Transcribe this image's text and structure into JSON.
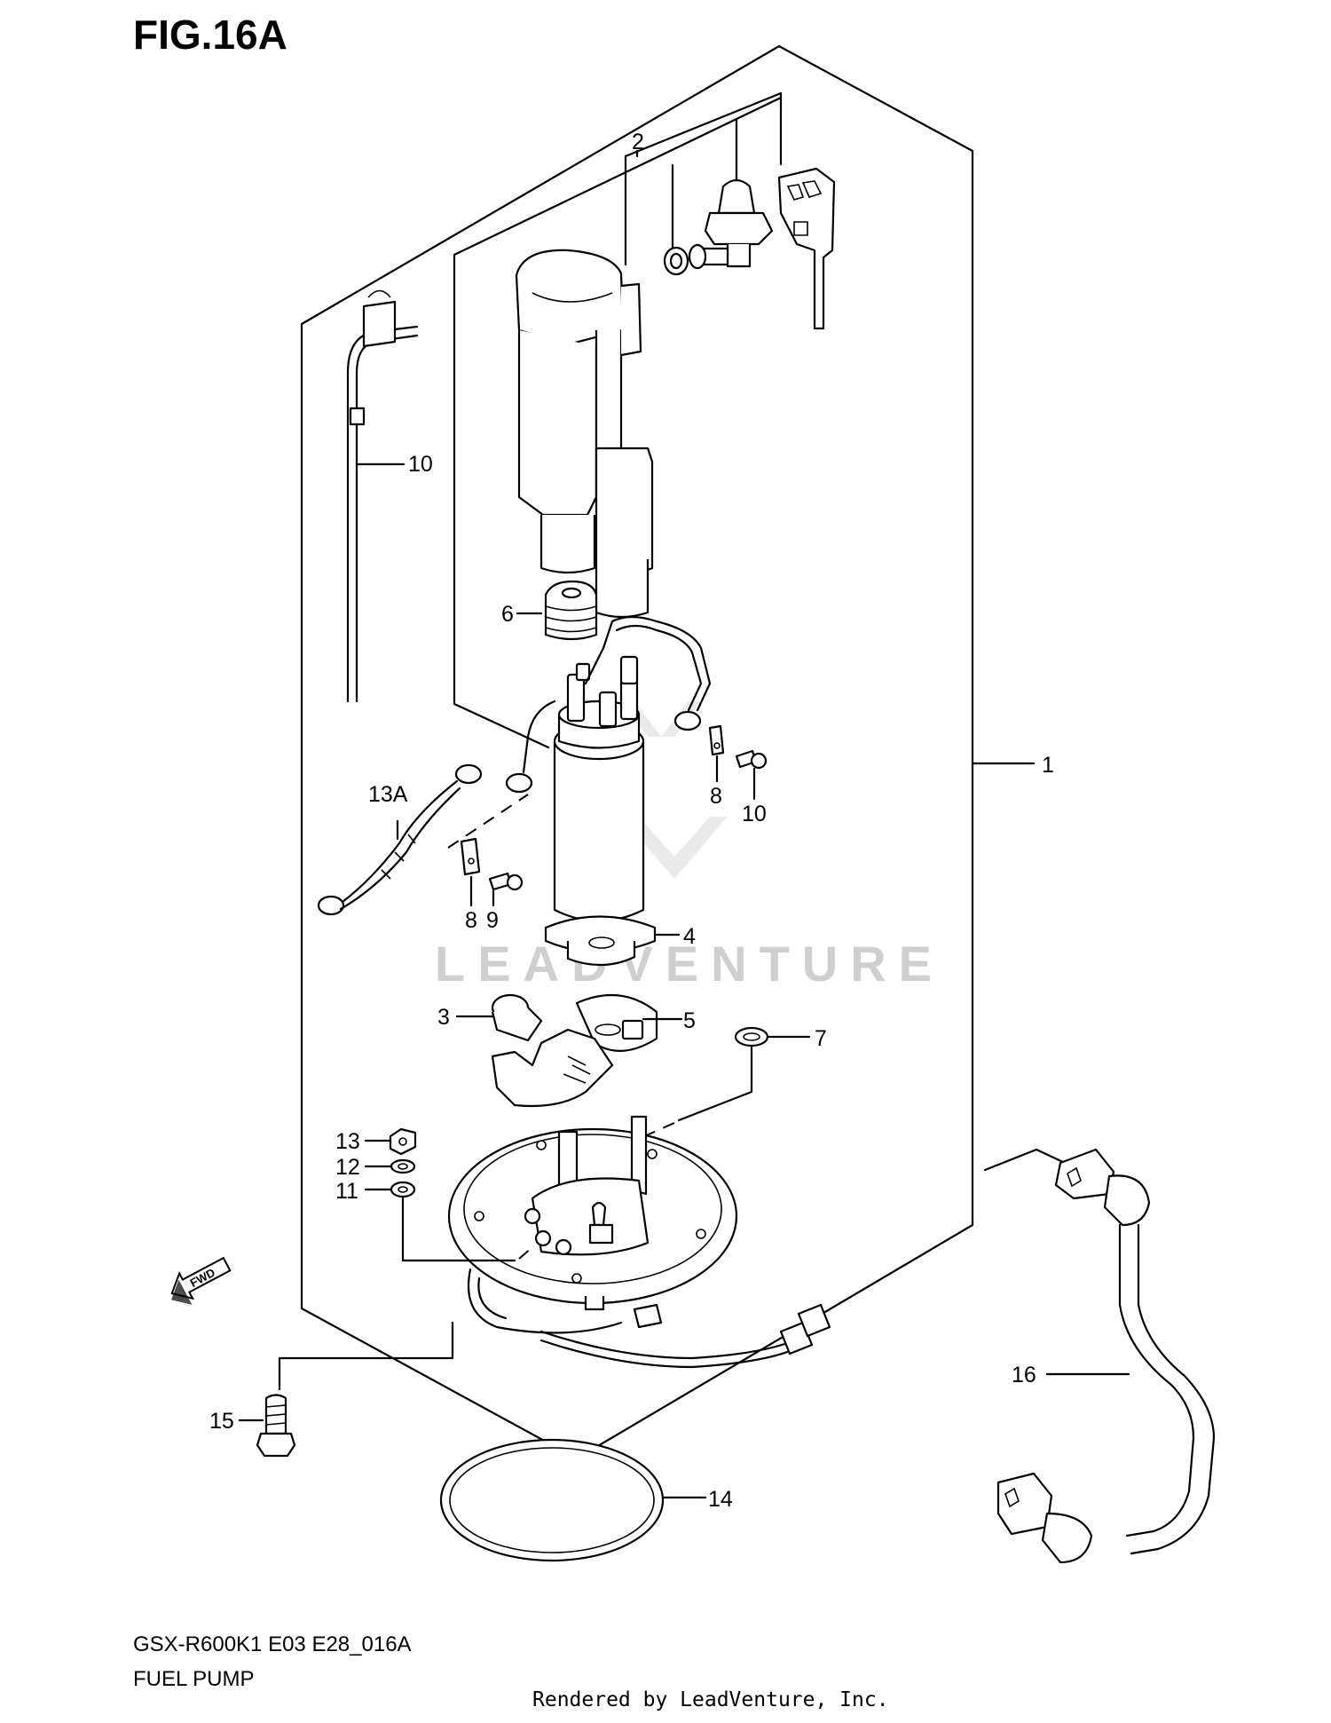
{
  "figure": {
    "title": "FIG.16A",
    "model_code": "GSX-R600K1 E03 E28_016A",
    "name": "FUEL PUMP",
    "rendered_by": "Rendered by LeadVenture, Inc.",
    "watermark": "LEADVENTURE"
  },
  "callouts": {
    "c1": "1",
    "c2": "2",
    "c3": "3",
    "c4": "4",
    "c5": "5",
    "c6": "6",
    "c7": "7",
    "c8a": "8",
    "c8b": "8",
    "c9": "9",
    "c10a": "10",
    "c10b": "10",
    "c11": "11",
    "c12": "12",
    "c13": "13",
    "c13a": "13A",
    "c14": "14",
    "c15": "15",
    "c16": "16"
  },
  "direction_badge": "FWD"
}
